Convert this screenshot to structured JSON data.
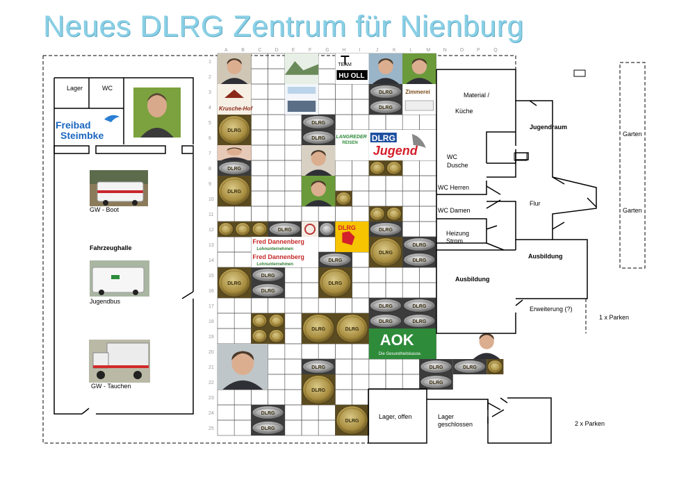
{
  "title": "Neues DLRG Zentrum für Nienburg",
  "grid": {
    "columns": [
      "A",
      "B",
      "C",
      "D",
      "E",
      "F",
      "G",
      "H",
      "I",
      "J",
      "K",
      "L",
      "M",
      "N",
      "O",
      "P",
      "Q"
    ],
    "rows": [
      "1",
      "2",
      "3",
      "4",
      "5",
      "6",
      "7",
      "8",
      "9",
      "10",
      "11",
      "12",
      "13",
      "14",
      "15",
      "16",
      "17",
      "18",
      "19",
      "20",
      "21",
      "22",
      "23",
      "24",
      "25"
    ]
  },
  "rooms": {
    "lager": "Lager",
    "wc": "WC",
    "gw_boot": "GW - Boot",
    "fahrzeughalle": "Fahrzeughalle",
    "jugendbus": "Jugendbus",
    "gw_tauchen": "GW - Tauchen",
    "material_line1": "Material /",
    "material_line2": "Küche",
    "jugendraum": "Jugendraum",
    "garten_top": "Garten",
    "garten_bottom": "Garten",
    "wc_dusche_line1": "WC",
    "wc_dusche_line2": "Dusche",
    "wc_herren": "WC Herren",
    "wc_damen": "WC Damen",
    "flur": "Flur",
    "heizung_line1": "Heizung",
    "heizung_line2": "Strom",
    "ausbildung_right": "Ausbildung",
    "ausbildung_left": "Ausbildung",
    "erweiterung": "Erweiterung (?)",
    "parken1": "1 x Parken",
    "lager_offen": "Lager, offen",
    "lager_geschl_line1": "Lager",
    "lager_geschl_line2": "geschlossen",
    "parken2": "2 x Parken"
  },
  "logos": {
    "freibad_line1": "Freibad",
    "freibad_line2": "Steimbke",
    "team_line1": "TEAM",
    "team_line2": "HU OLL",
    "krusche": "Krusche-Hof",
    "dlrg_jugend_line1": "DLRG",
    "dlrg_jugend_line2": "Jugend",
    "langreder_line1": "LANGREDER",
    "langreder_line2": "REISEN",
    "dannenberg_line1": "Fred Dannenberg",
    "dannenberg_line2": "Lohnunternehmen",
    "dlrg_small": "DLRG",
    "aok_line1": "AOK",
    "aok_line2": "Die Gesundheitskasse.",
    "medal": "DLRG"
  },
  "colors": {
    "title": "#8ad0e6",
    "medal_gold": "#b8a25a",
    "aok_green": "#2e8b3a",
    "dlrg_blue": "#1c4fa0",
    "dlrg_red": "#d4202a",
    "dlrg_yellow": "#f6c400",
    "photo_green": "#6a9a3a"
  }
}
